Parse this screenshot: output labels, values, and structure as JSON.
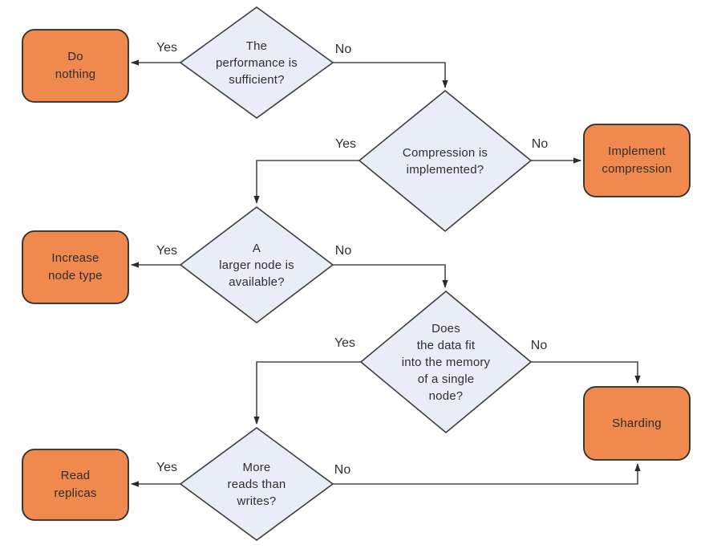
{
  "diagram": {
    "type": "flowchart",
    "colors": {
      "background": "#ffffff",
      "action_fill": "#f0894d",
      "action_border": "#2b2b2b",
      "decision_fill": "#e9edf8",
      "decision_border": "#3d3d3d",
      "connector": "#4a4a4a",
      "text": "#2e2e2e"
    },
    "nodes": {
      "performance": {
        "type": "decision",
        "label": "The\nperformance is\nsufficient?"
      },
      "do_nothing": {
        "type": "action",
        "label": "Do\nnothing"
      },
      "compression": {
        "type": "decision",
        "label": "Compression is\nimplemented?"
      },
      "implement_compression": {
        "type": "action",
        "label": "Implement\ncompression"
      },
      "larger_node": {
        "type": "decision",
        "label": "A\nlarger node is\navailable?"
      },
      "increase_node_type": {
        "type": "action",
        "label": "Increase\nnode type"
      },
      "data_fit": {
        "type": "decision",
        "label": "Does\nthe data fit\ninto the memory\nof a single\nnode?"
      },
      "sharding": {
        "type": "action",
        "label": "Sharding"
      },
      "more_reads": {
        "type": "decision",
        "label": "More\nreads than\nwrites?"
      },
      "read_replicas": {
        "type": "action",
        "label": "Read\nreplicas"
      }
    },
    "edges": [
      {
        "from": "performance",
        "to": "do_nothing",
        "label": "Yes"
      },
      {
        "from": "performance",
        "to": "compression",
        "label": "No"
      },
      {
        "from": "compression",
        "to": "larger_node",
        "label": "Yes"
      },
      {
        "from": "compression",
        "to": "implement_compression",
        "label": "No"
      },
      {
        "from": "larger_node",
        "to": "increase_node_type",
        "label": "Yes"
      },
      {
        "from": "larger_node",
        "to": "data_fit",
        "label": "No"
      },
      {
        "from": "data_fit",
        "to": "more_reads",
        "label": "Yes"
      },
      {
        "from": "data_fit",
        "to": "sharding",
        "label": "No"
      },
      {
        "from": "more_reads",
        "to": "read_replicas",
        "label": "Yes"
      },
      {
        "from": "more_reads",
        "to": "sharding",
        "label": "No"
      }
    ]
  }
}
